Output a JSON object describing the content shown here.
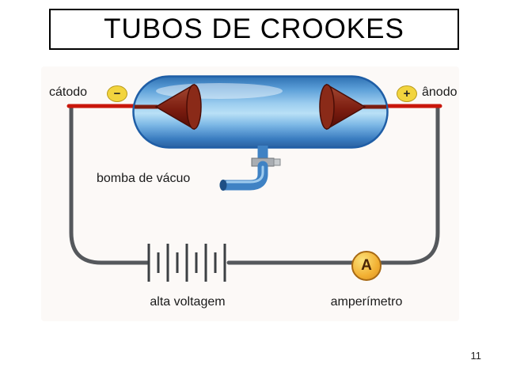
{
  "slide": {
    "title": "TUBOS DE CROOKES",
    "page_number": "11"
  },
  "diagram": {
    "labels": {
      "cathode": "cátodo",
      "anode": "ânodo",
      "vacuum_pump": "bomba de vácuo",
      "high_voltage": "alta voltagem",
      "ammeter": "amperímetro"
    },
    "symbols": {
      "cathode_sign": "−",
      "anode_sign": "+",
      "ammeter_letter": "A"
    },
    "colors": {
      "tube_blue": "#5b9fd8",
      "tube_dark_blue": "#1f5ea6",
      "electrode_maroon": "#7c1d10",
      "wire_gray": "#55585c",
      "lead_red": "#c9170b",
      "badge_yellow": "#f2d43e",
      "ammeter_orange": "#f2b033"
    }
  }
}
